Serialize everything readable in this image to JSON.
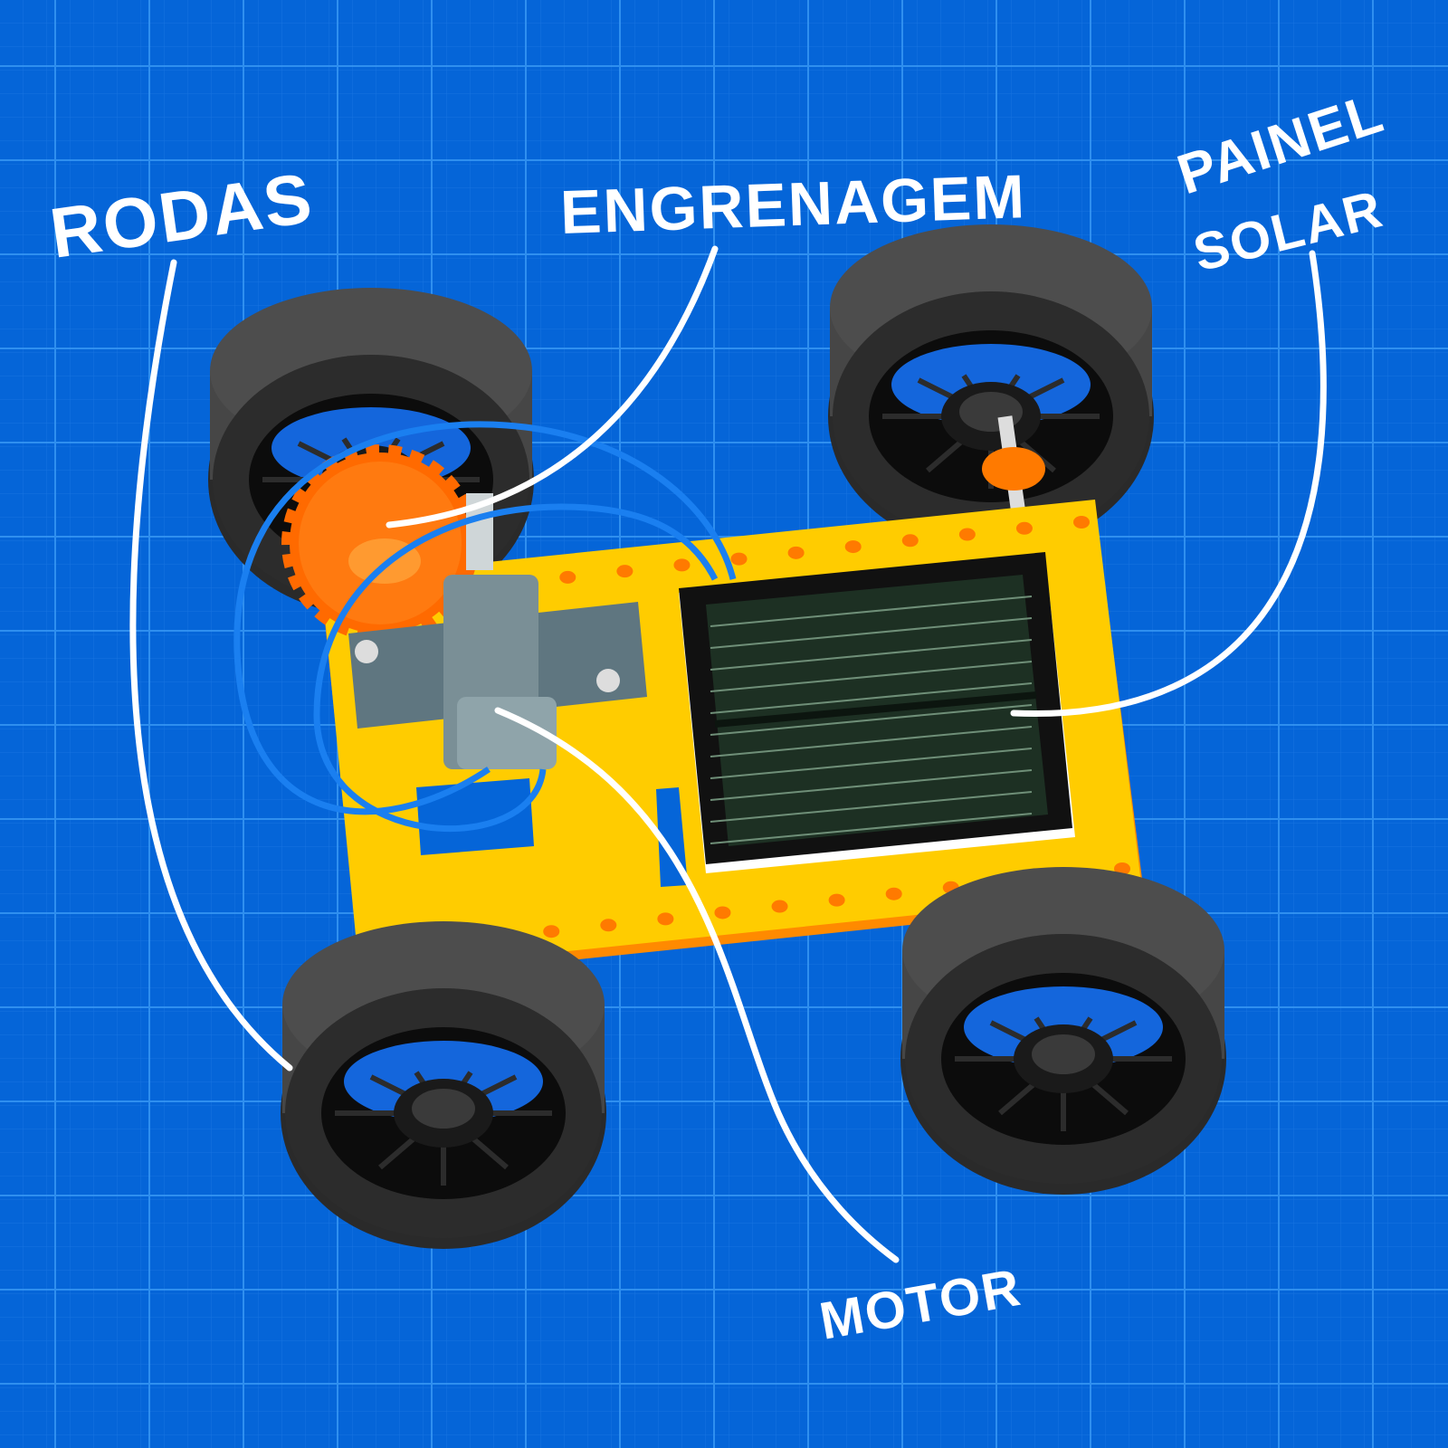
{
  "labels": {
    "wheels": "RODAS",
    "gear": "ENGRENAGEM",
    "solar_line1": "PAINEL",
    "solar_line2": "SOLAR",
    "motor": "MOTOR"
  },
  "colors": {
    "background": "#0565d8",
    "grid": "#2f8ff0",
    "chassis": "#ffcc00",
    "chassis_shadow": "#ff8a00",
    "gear": "#ff6a00",
    "tire": "#3e3e3e",
    "panel": "#16241c",
    "motor": "#7a8f96",
    "wire": "#1a7ff0",
    "line": "#ffffff"
  }
}
